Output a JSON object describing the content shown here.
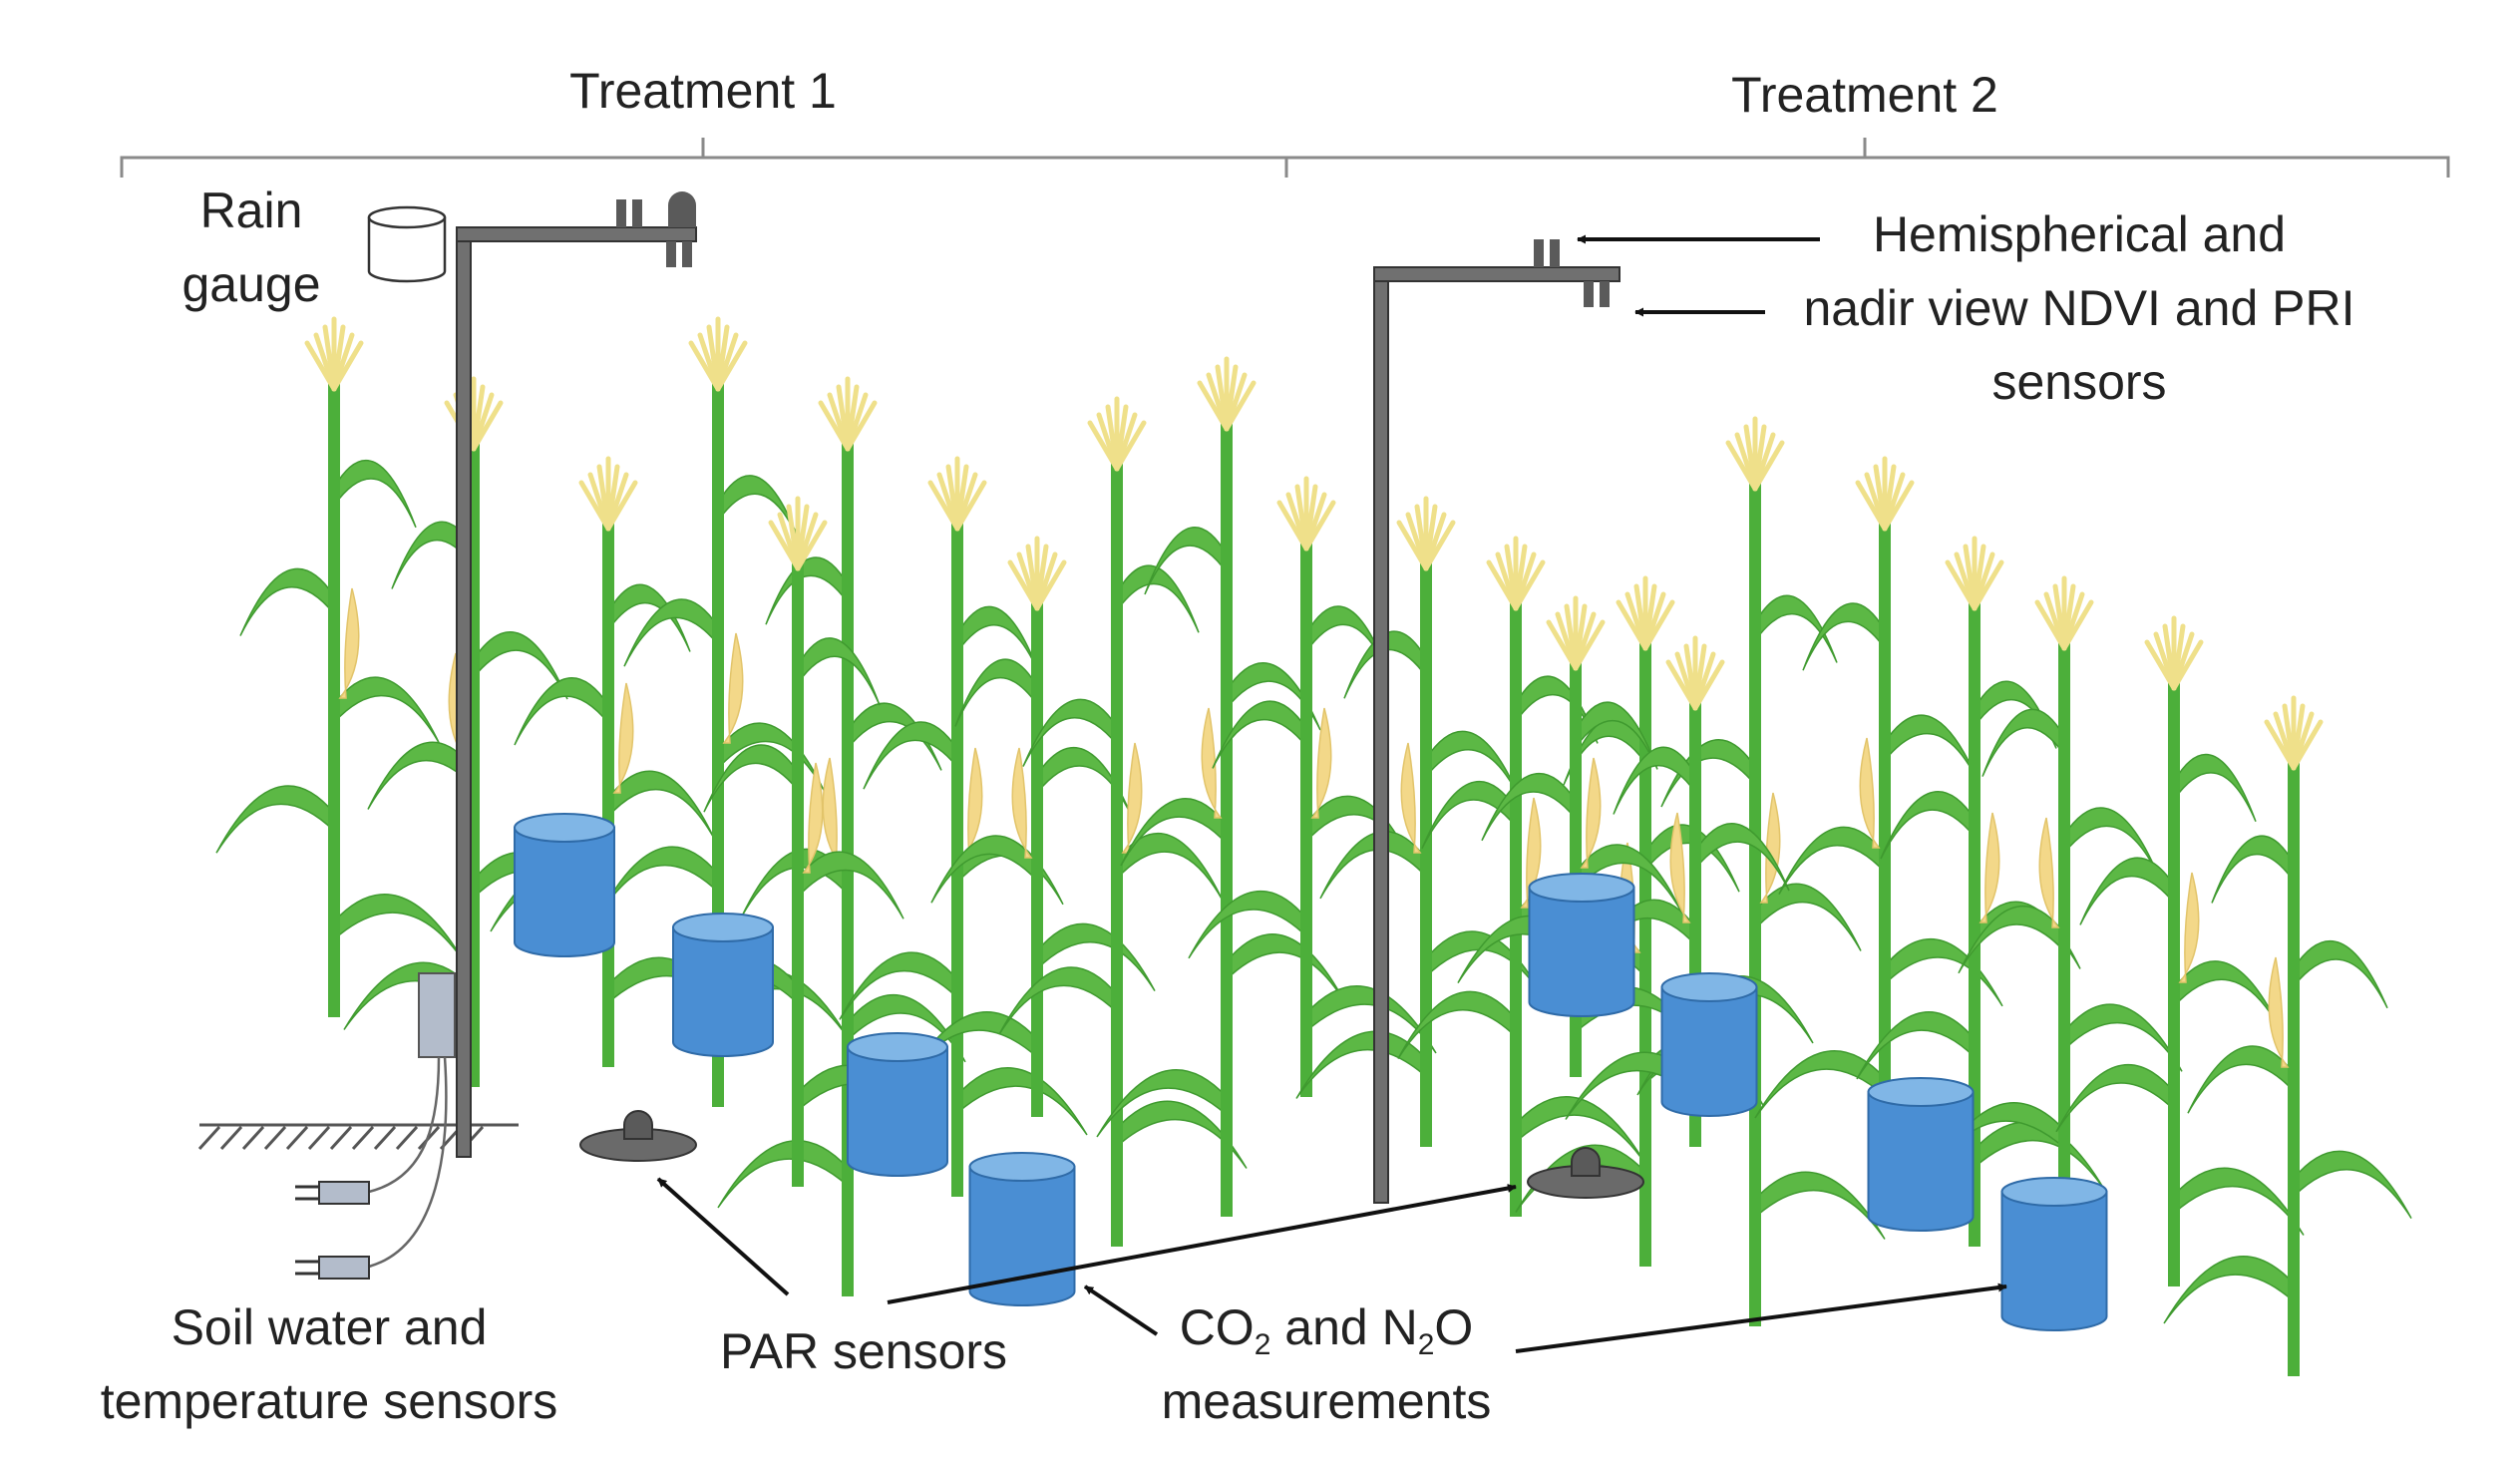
{
  "labels": {
    "treatment1": "Treatment 1",
    "treatment2": "Treatment 2",
    "rain_gauge_line1": "Rain",
    "rain_gauge_line2": "gauge",
    "ndvi_line1": "Hemispherical and",
    "ndvi_line2": "nadir view NDVI and PRI",
    "ndvi_line3": "sensors",
    "soil_line1": "Soil water and",
    "soil_line2": "temperature sensors",
    "par": "PAR sensors",
    "co2_a": "CO",
    "co2_sub": "2",
    "co2_b": " and N",
    "n2o_sub": "2",
    "co2_c": "O",
    "co2_line2": "measurements"
  },
  "colors": {
    "stalk": "#4caf3a",
    "leaf": "#5cb845",
    "cob": "#f3d889",
    "tassel": "#efe08a",
    "chamber": "#4a8ed3",
    "chamber_top": "#80b6e6",
    "pole": "#707070",
    "sensor": "#5a5a5a",
    "par_disc": "#6a6a6a",
    "text": "#222222",
    "line": "#8a8a8a"
  }
}
